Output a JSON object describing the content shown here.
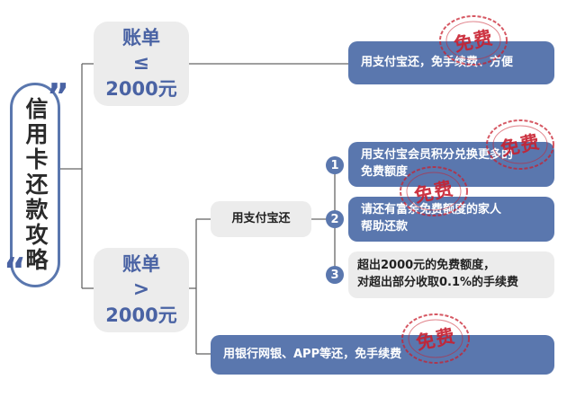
{
  "title": {
    "open_quote": "”",
    "text": "信用卡还款攻略",
    "close_quote": "“"
  },
  "bill_low": {
    "label": "账单",
    "comparator": "≤",
    "amount": "2000元"
  },
  "bill_high": {
    "label": "账单",
    "comparator": ">",
    "amount": "2000元"
  },
  "option_low": "用支付宝还，免手续费、方便",
  "option_alipay": "用支付宝还",
  "alipay_steps": [
    {
      "num": "1",
      "line1": "用支付宝会员积分兑换更多的",
      "line2": "免费额度"
    },
    {
      "num": "2",
      "line1": "请还有富余免费额度的家人",
      "line2": "帮助还款"
    },
    {
      "num": "3",
      "line1": "超出2000元的免费额度，",
      "line2": "对超出部分收取0.1%的手续费"
    }
  ],
  "option_bank": "用银行网银、APP等还，免手续费",
  "stamp": {
    "text": "免费"
  },
  "colors": {
    "accent": "#5a77ae",
    "stamp": "#c8202f",
    "panel": "#ececec"
  }
}
